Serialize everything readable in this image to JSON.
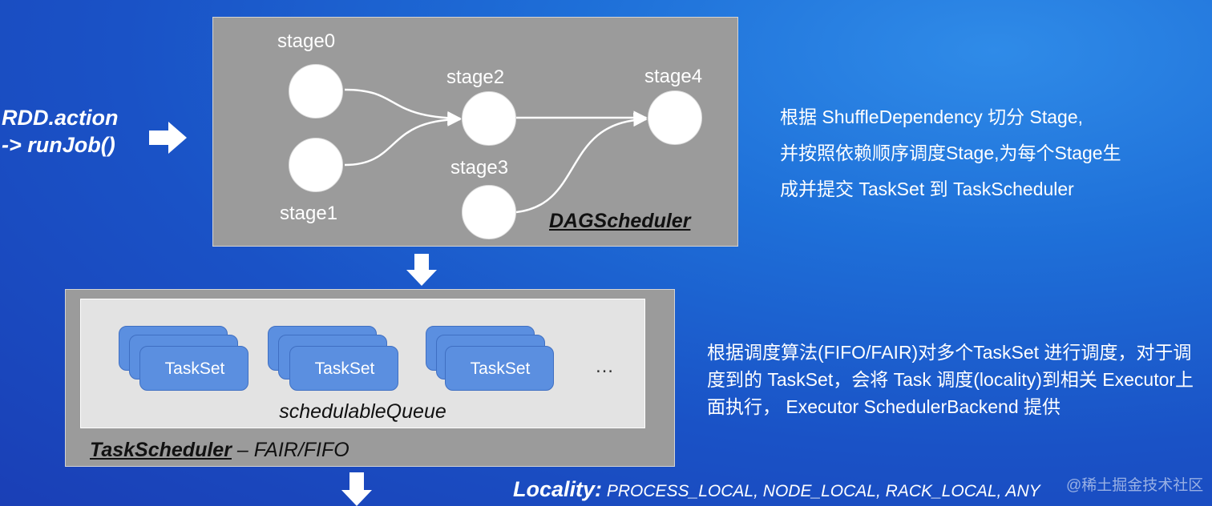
{
  "left_caption": {
    "line1": "RDD.action",
    "line2": "-> runJob()"
  },
  "dag": {
    "title": "DAGScheduler",
    "stages": [
      "stage0",
      "stage1",
      "stage2",
      "stage3",
      "stage4"
    ]
  },
  "task_scheduler": {
    "title": "TaskScheduler",
    "mode": " – FAIR/FIFO",
    "queue_label": "schedulableQueue",
    "tasksets": [
      "TaskSet",
      "TaskSet",
      "TaskSet"
    ],
    "ellipsis": "…"
  },
  "notes": {
    "dag_note": [
      "根据 ShuffleDependency 切分 Stage,",
      "并按照依赖顺序调度Stage,为每个Stage生",
      "成并提交 TaskSet 到 TaskScheduler"
    ],
    "ts_note": "根据调度算法(FIFO/FAIR)对多个TaskSet 进行调度，对于调度到的 TaskSet，会将 Task 调度(locality)到相关 Executor上面执行， Executor SchedulerBackend 提供"
  },
  "locality": {
    "key": "Locality:",
    "values": " PROCESS_LOCAL, NODE_LOCAL, RACK_LOCAL, ANY"
  },
  "watermark": "@稀土掘金技术社区",
  "colors": {
    "box_gray": "#9b9b9b",
    "queue_bg": "#e3e3e3",
    "taskset_blue": "#5b8fe0",
    "background_blue": "#1a52c6"
  }
}
